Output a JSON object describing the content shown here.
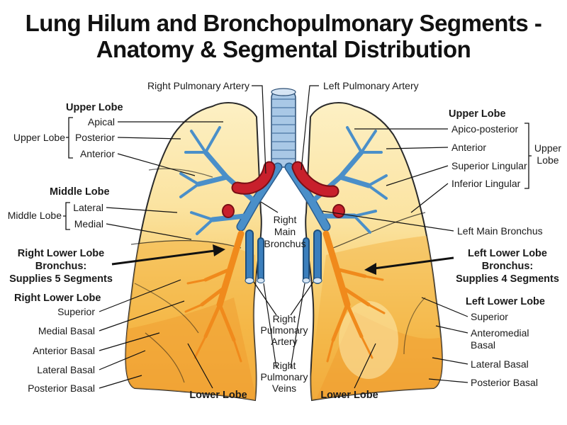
{
  "title": {
    "line1": "Lung Hilum and Bronchopulmonary Segments -",
    "line2": "Anatomy & Segmental Distribution"
  },
  "colors": {
    "upper_lobe": "#fbe6a6",
    "middle_lobe": "#f7cf72",
    "lower_lobe": "#f4b443",
    "lower_deep": "#ef9a2c",
    "bronchus": "#4a8fc9",
    "bronchus_light": "#a9c8e6",
    "artery": "#c8202c",
    "lower_bronchus": "#f08a1c",
    "outline": "#2b2b2b"
  },
  "labels": {
    "right_pulmonary_artery_top": "Right Pulmonary Artery",
    "left_pulmonary_artery_top": "Left Pulmonary Artery",
    "right_upper": {
      "header": "Upper Lobe",
      "group": "Upper Lobe",
      "segments": [
        "Apical",
        "Posterior",
        "Anterior"
      ]
    },
    "right_middle": {
      "header": "Middle Lobe",
      "group": "Middle Lobe",
      "segments": [
        "Lateral",
        "Medial"
      ]
    },
    "right_lower_bronchus": [
      "Right Lower Lobe",
      "Bronchus:",
      "Supplies 5 Segments"
    ],
    "right_lower": {
      "header": "Right Lower Lobe",
      "segments": [
        "Superior",
        "Medial Basal",
        "Anterior Basal",
        "Lateral Basal",
        "Posterior Basal"
      ]
    },
    "left_upper": {
      "header": "Upper Lobe",
      "group_line1": "Upper",
      "group_line2": "Lobe",
      "segments": [
        "Apico-posterior",
        "Anterior",
        "Superior Lingular",
        "Inferior Lingular"
      ]
    },
    "left_main_bronchus": "Left Main Bronchus",
    "left_lower_bronchus": [
      "Left Lower Lobe",
      "Bronchus:",
      "Supplies 4 Segments"
    ],
    "left_lower": {
      "header": "Left Lower Lobe",
      "segments": [
        "Superior",
        "Anteromedial",
        "Basal",
        "Lateral Basal",
        "Posterior Basal"
      ]
    },
    "right_main_bronchus": [
      "Right",
      "Main",
      "Bronchus"
    ],
    "right_pulmonary_artery_center": [
      "Right",
      "Pulmonary",
      "Artery"
    ],
    "right_pulmonary_veins": [
      "Right",
      "Pulmonary",
      "Veins"
    ],
    "lower_lobe_left_side": "Lower Lobe",
    "lower_lobe_right_side": "Lower Lobe"
  }
}
